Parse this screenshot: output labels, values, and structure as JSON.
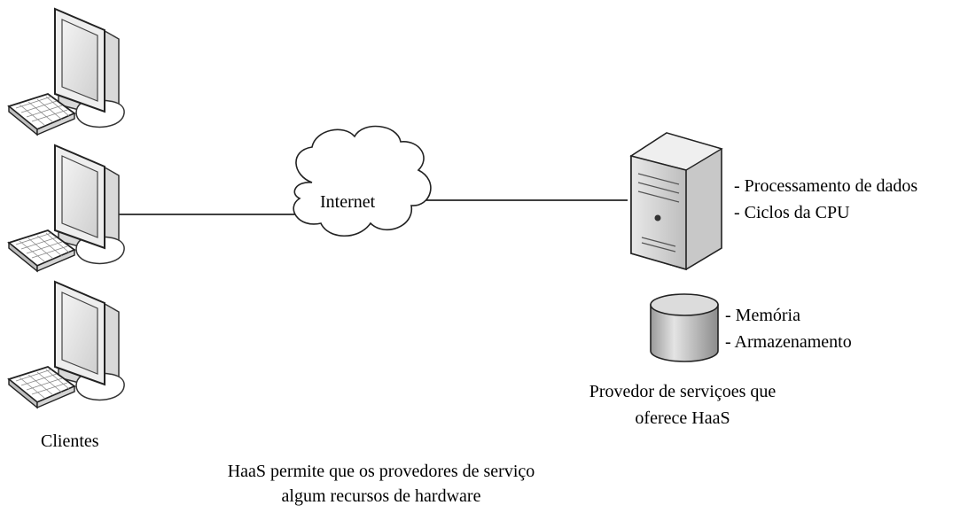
{
  "clients": {
    "label": "Clientes"
  },
  "network": {
    "label": "Internet"
  },
  "server": {
    "features": [
      "- Processamento de dados",
      "- Ciclos da CPU"
    ]
  },
  "storage": {
    "features": [
      "- Memória",
      "- Armazenamento"
    ]
  },
  "provider": {
    "line1": "Provedor de serviçoes que",
    "line2": "oferece HaaS"
  },
  "caption": {
    "line1": "HaaS permite que os provedores de serviço",
    "line2": "algum recursos de hardware"
  }
}
